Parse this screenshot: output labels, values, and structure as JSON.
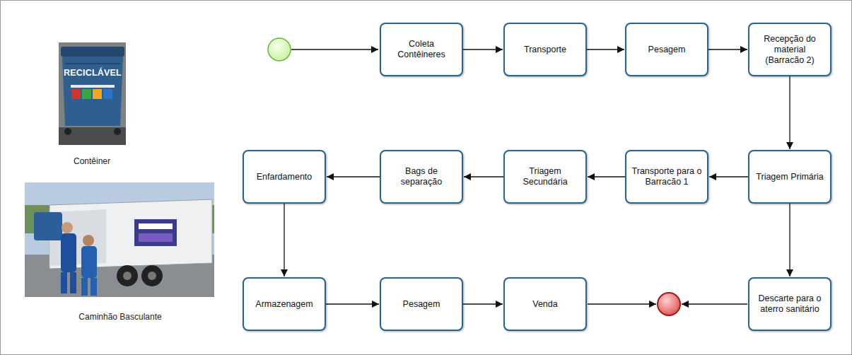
{
  "diagram": {
    "nodes": [
      {
        "text": [
          "Coleta Contêineres"
        ]
      },
      {
        "text": [
          "Transporte"
        ]
      },
      {
        "text": [
          "Pesagem"
        ]
      },
      {
        "text": [
          "Recepção do material (Barracão 2)"
        ]
      },
      {
        "text": [
          "Enfardamento"
        ]
      },
      {
        "text": [
          "Bags de separação"
        ]
      },
      {
        "text": [
          "Triagem Secundária"
        ]
      },
      {
        "text": [
          "Transporte para o Barracão 1"
        ]
      },
      {
        "text": [
          "Triagem Primária"
        ]
      },
      {
        "text": [
          "Armazenagem"
        ]
      },
      {
        "text": [
          "Pesagem"
        ]
      },
      {
        "text": [
          "Venda"
        ]
      },
      {
        "text": [
          "Descarte para o aterro sanitário"
        ]
      }
    ],
    "edges": [
      {
        "from": 0,
        "to": 1,
        "arrow": "to"
      },
      {
        "from": 1,
        "to": 2,
        "arrow": "to"
      },
      {
        "from": 2,
        "to": 3,
        "arrow": "to"
      },
      {
        "from": 3,
        "to": 8,
        "arrow": "to"
      },
      {
        "from": 8,
        "to": 7,
        "arrow": "to"
      },
      {
        "from": 7,
        "to": 6,
        "arrow": "to"
      },
      {
        "from": 6,
        "to": 5,
        "arrow": "to"
      },
      {
        "from": 5,
        "to": 4,
        "arrow": "to"
      },
      {
        "from": 4,
        "to": 9,
        "arrow": "to"
      },
      {
        "from": 9,
        "to": 10,
        "arrow": "to"
      },
      {
        "from": 10,
        "to": 11,
        "arrow": "to"
      },
      {
        "from": 8,
        "to": 12,
        "arrow": "to"
      }
    ],
    "labels": [
      "Contêiner",
      "Caminhão Basculante",
      "RECICLÁVEL"
    ]
  }
}
